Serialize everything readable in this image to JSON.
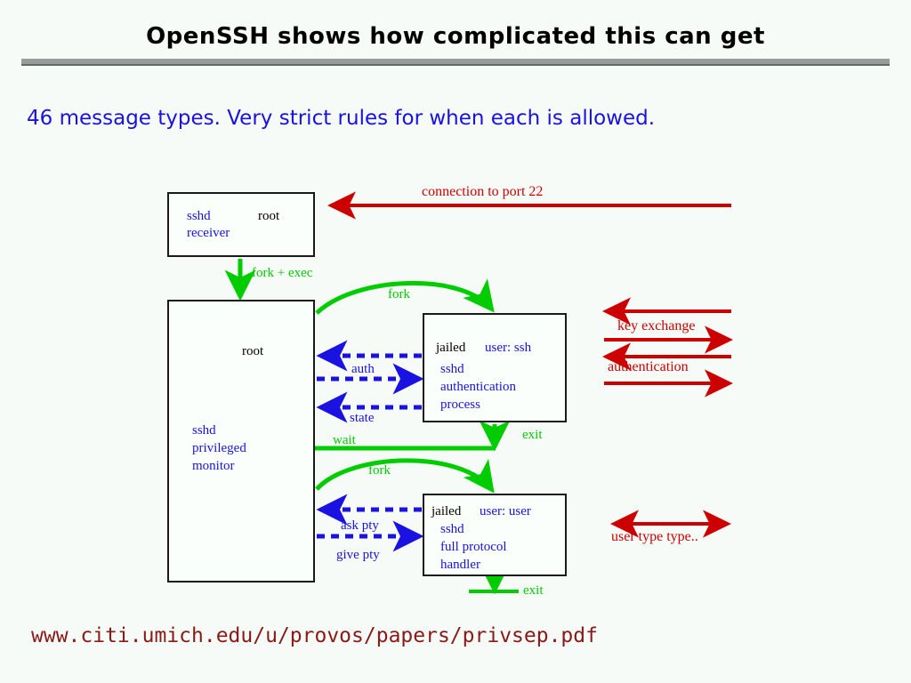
{
  "slide": {
    "title": "OpenSSH shows how complicated this can get",
    "subtitle": "46 message types.  Very strict rules for when each is allowed.",
    "footer_url": "www.citi.umich.edu/u/provos/papers/privsep.pdf",
    "colors": {
      "background": "#f7fbf7",
      "title": "#000000",
      "subtitle": "#1a12e0",
      "footer": "#8a1a18",
      "rule": "#9a9a9a",
      "green": "#00cc00",
      "red": "#cc0000",
      "blue": "#1a12e0",
      "box_border": "#1a1a1a"
    }
  },
  "diagram": {
    "boxes": [
      {
        "id": "sshd-receiver",
        "lines": [
          {
            "segments": [
              {
                "text": "sshd",
                "color": "blue"
              },
              {
                "text": "root",
                "color": "black"
              }
            ]
          },
          {
            "segments": [
              {
                "text": "receiver",
                "color": "blue"
              }
            ]
          }
        ]
      },
      {
        "id": "privileged-monitor",
        "lines": [
          {
            "segments": [
              {
                "text": "root",
                "color": "black"
              }
            ]
          },
          {
            "segments": [
              {
                "text": "sshd",
                "color": "blue"
              }
            ]
          },
          {
            "segments": [
              {
                "text": "privileged",
                "color": "blue"
              }
            ]
          },
          {
            "segments": [
              {
                "text": "monitor",
                "color": "blue"
              }
            ]
          }
        ]
      },
      {
        "id": "jailed-auth-process",
        "lines": [
          {
            "segments": [
              {
                "text": "jailed",
                "color": "black"
              },
              {
                "text": "user: ssh",
                "color": "blue"
              }
            ]
          },
          {
            "segments": [
              {
                "text": "sshd",
                "color": "blue"
              }
            ]
          },
          {
            "segments": [
              {
                "text": "authentication",
                "color": "blue"
              }
            ]
          },
          {
            "segments": [
              {
                "text": "process",
                "color": "blue"
              }
            ]
          }
        ]
      },
      {
        "id": "jailed-protocol-handler",
        "lines": [
          {
            "segments": [
              {
                "text": "jailed",
                "color": "black"
              },
              {
                "text": "user: user",
                "color": "blue"
              }
            ]
          },
          {
            "segments": [
              {
                "text": "sshd",
                "color": "blue"
              }
            ]
          },
          {
            "segments": [
              {
                "text": "full protocol",
                "color": "blue"
              }
            ]
          },
          {
            "segments": [
              {
                "text": "handler",
                "color": "blue"
              }
            ]
          }
        ]
      }
    ],
    "box_text": {
      "receiver_sshd": "sshd",
      "receiver_root": "root",
      "receiver_receiver": "receiver",
      "monitor_root": "root",
      "monitor_sshd": "sshd",
      "monitor_privileged": "privileged",
      "monitor_monitor": "monitor",
      "auth_jailed": "jailed",
      "auth_user": "user: ssh",
      "auth_sshd": "sshd",
      "auth_authentication": "authentication",
      "auth_process": "process",
      "handler_jailed": "jailed",
      "handler_user": "user: user",
      "handler_sshd": "sshd",
      "handler_full_protocol": "full protocol",
      "handler_handler": "handler"
    },
    "labels": {
      "connection_to_port_22": "connection to port 22",
      "fork_exec": "fork + exec",
      "fork_top": "fork",
      "fork_bottom": "fork",
      "auth": "auth",
      "state": "state",
      "wait": "wait",
      "exit_top": "exit",
      "exit_bottom": "exit",
      "ask_pty": "ask pty",
      "give_pty": "give pty",
      "key_exchange": "key exchange",
      "authentication": "authentication",
      "user_type_type": "user type type.."
    }
  }
}
